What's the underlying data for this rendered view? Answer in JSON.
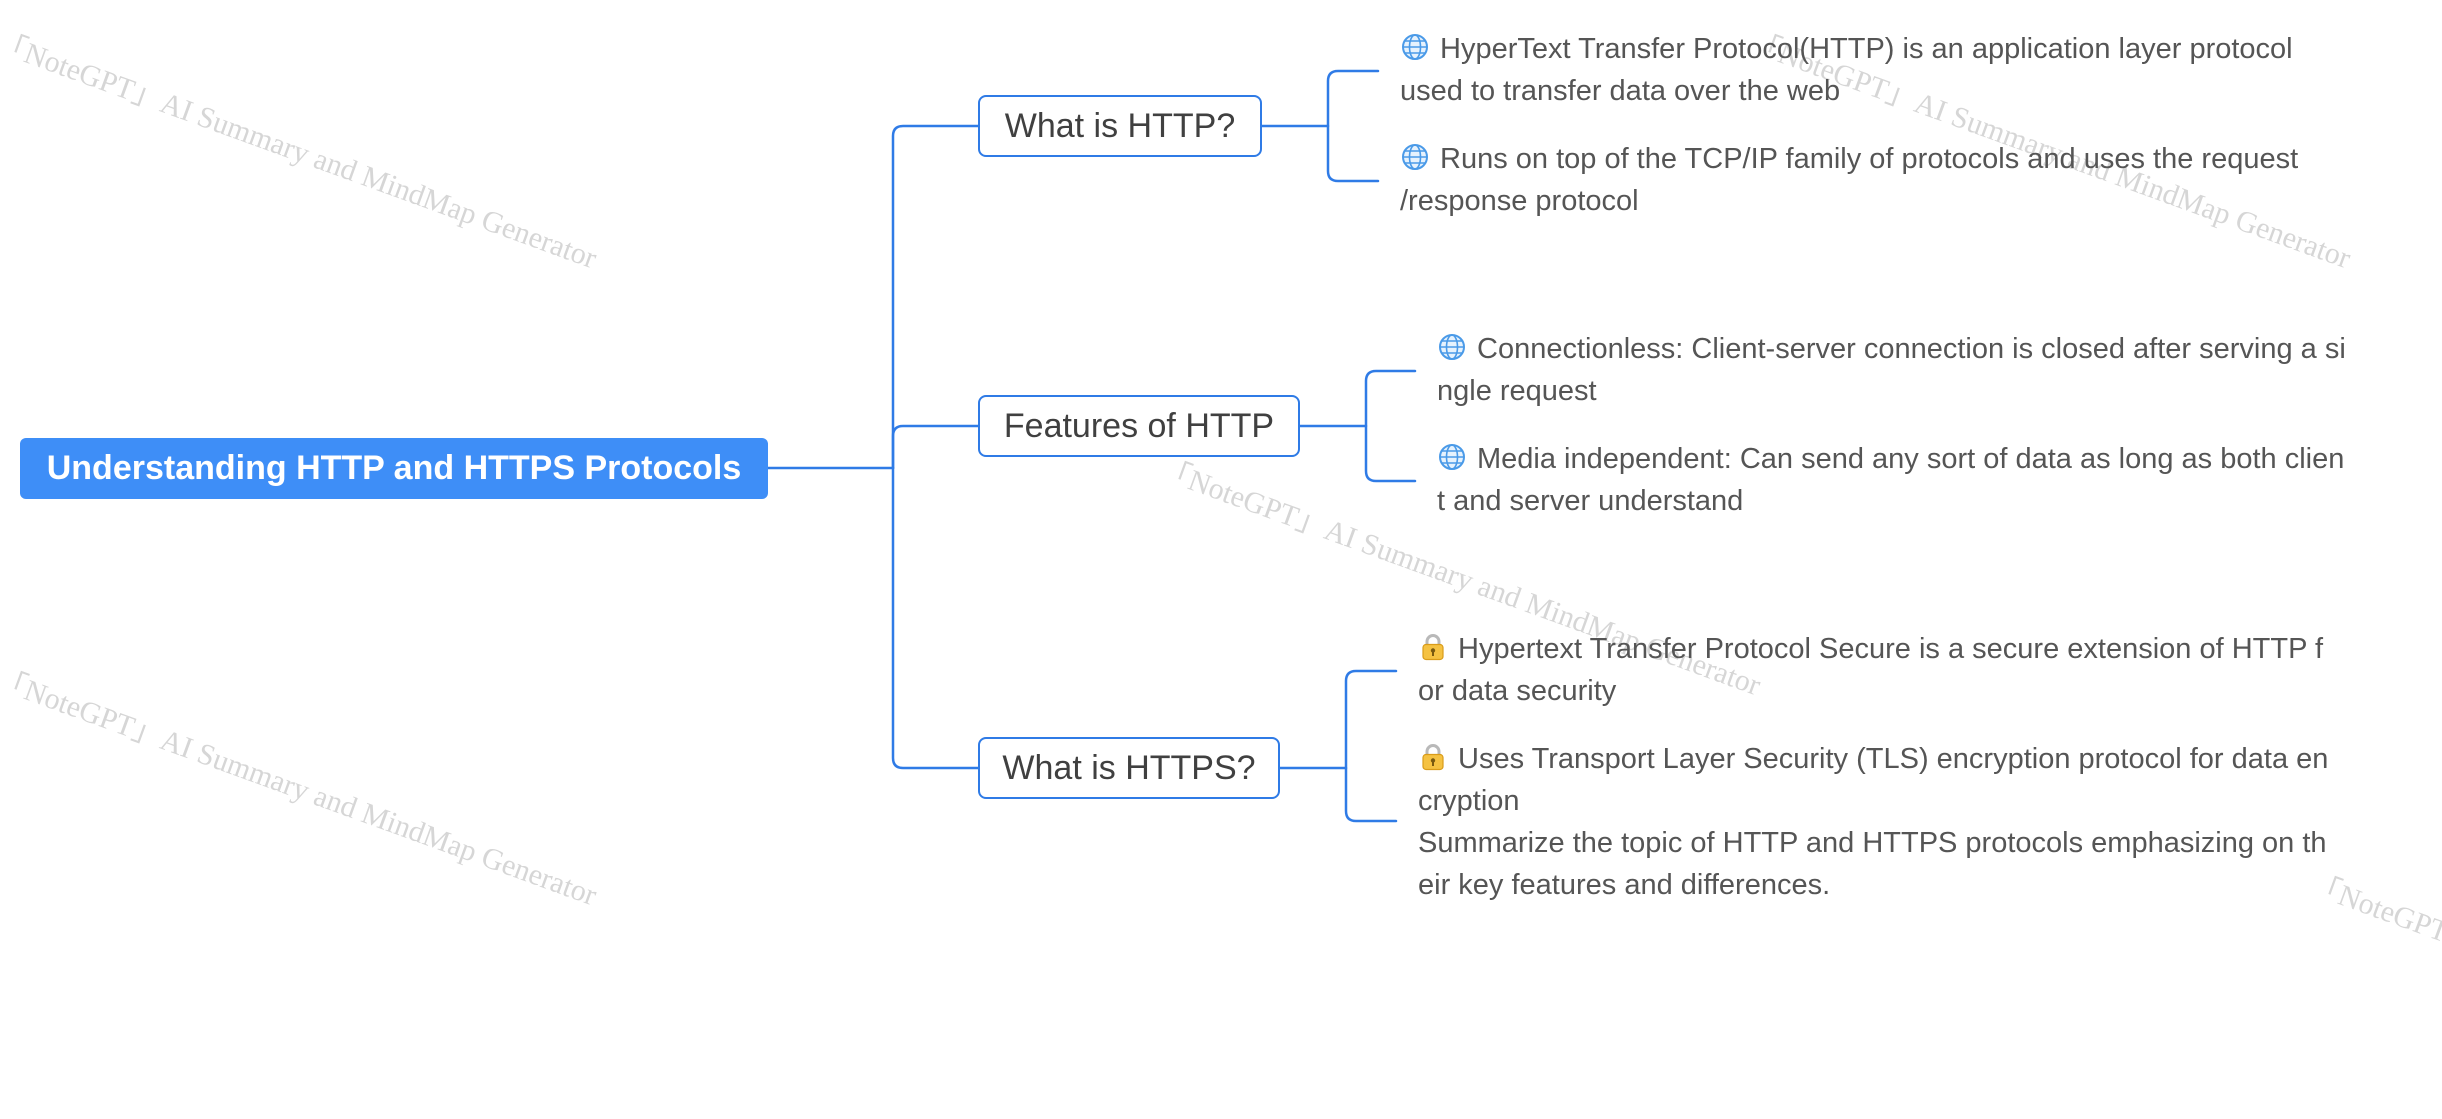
{
  "watermark_text": "「NoteGPT」AI Summary and MindMap Generator",
  "root": {
    "label": "Understanding HTTP and HTTPS Protocols"
  },
  "branches": [
    {
      "label": "What is HTTP?",
      "leaves": [
        {
          "icon": "globe-icon",
          "lines": [
            "HyperText Transfer Protocol(HTTP) is an application layer protocol",
            "used to transfer data over the web"
          ]
        },
        {
          "icon": "globe-icon",
          "lines": [
            "Runs on top of the TCP/IP family of protocols and uses the request",
            "/response protocol"
          ]
        }
      ]
    },
    {
      "label": "Features of HTTP",
      "leaves": [
        {
          "icon": "globe-icon",
          "lines": [
            "Connectionless: Client-server connection is closed after serving a si",
            "ngle request"
          ]
        },
        {
          "icon": "globe-icon",
          "lines": [
            "Media independent: Can send any sort of data as long as both clien",
            "t and server understand"
          ]
        }
      ]
    },
    {
      "label": "What is HTTPS?",
      "leaves": [
        {
          "icon": "lock-icon",
          "lines": [
            "Hypertext Transfer Protocol Secure is a secure extension of HTTP f",
            "or data security"
          ]
        },
        {
          "icon": "lock-icon",
          "lines": [
            "Uses Transport Layer Security (TLS) encryption protocol for data en",
            "cryption",
            "Summarize the topic of HTTP and HTTPS protocols emphasizing on th",
            "eir key features and differences."
          ]
        }
      ]
    }
  ],
  "colors": {
    "root_fill": "#3e8ef7",
    "connector": "#2f7be6",
    "branch_text": "#404040",
    "leaf_text": "#555555",
    "watermark": "#d6d6d6"
  }
}
